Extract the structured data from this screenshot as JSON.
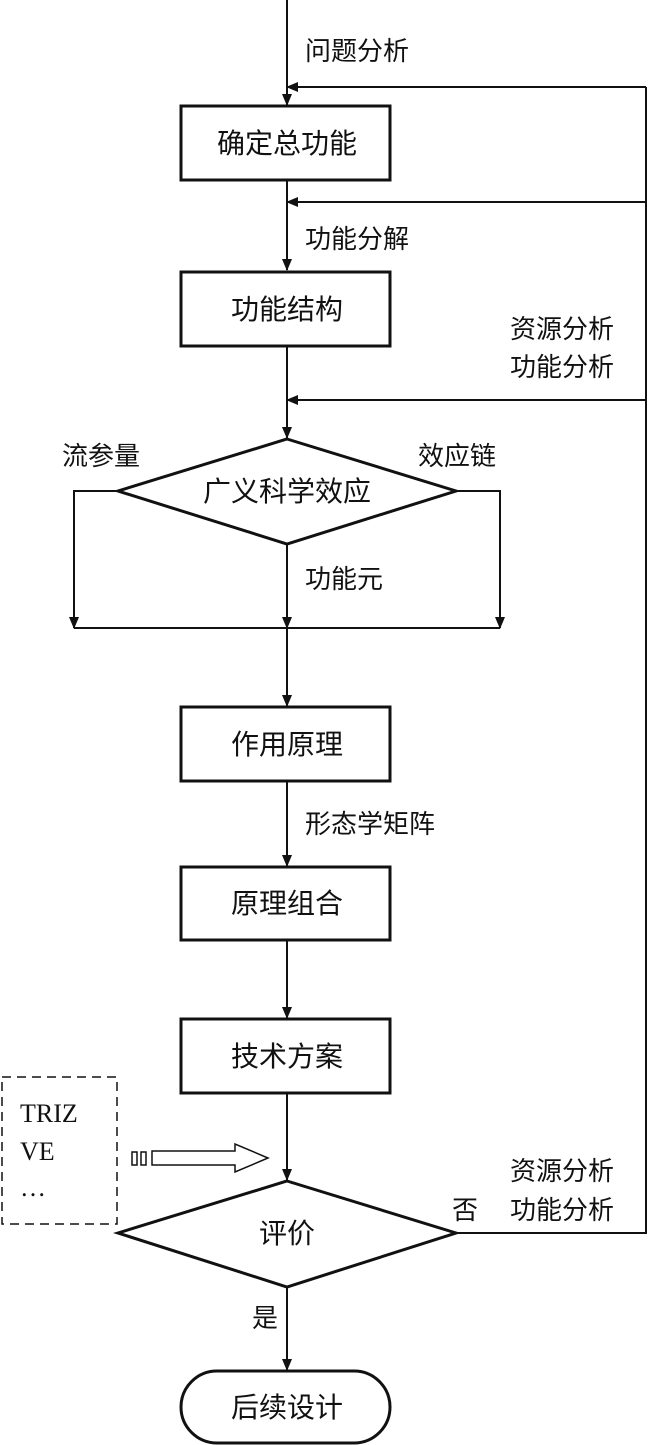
{
  "nodes": {
    "total_function": "确定总功能",
    "function_structure": "功能结构",
    "generalized_effect": "广义科学效应",
    "working_principle": "作用原理",
    "principle_combination": "原理组合",
    "technical_scheme": "技术方案",
    "evaluation": "评价",
    "follow_up_design": "后续设计"
  },
  "edge_labels": {
    "problem_analysis": "问题分析",
    "function_decomposition": "功能分解",
    "flow_parameters": "流参量",
    "effect_chain": "效应链",
    "function_element": "功能元",
    "morphological_matrix": "形态学矩阵",
    "yes": "是",
    "no": "否"
  },
  "feedback_labels": {
    "upper": [
      "资源分析",
      "功能分析"
    ],
    "lower": [
      "资源分析",
      "功能分析"
    ]
  },
  "tools_box": {
    "lines": [
      "TRIZ",
      "VE",
      "…"
    ]
  }
}
